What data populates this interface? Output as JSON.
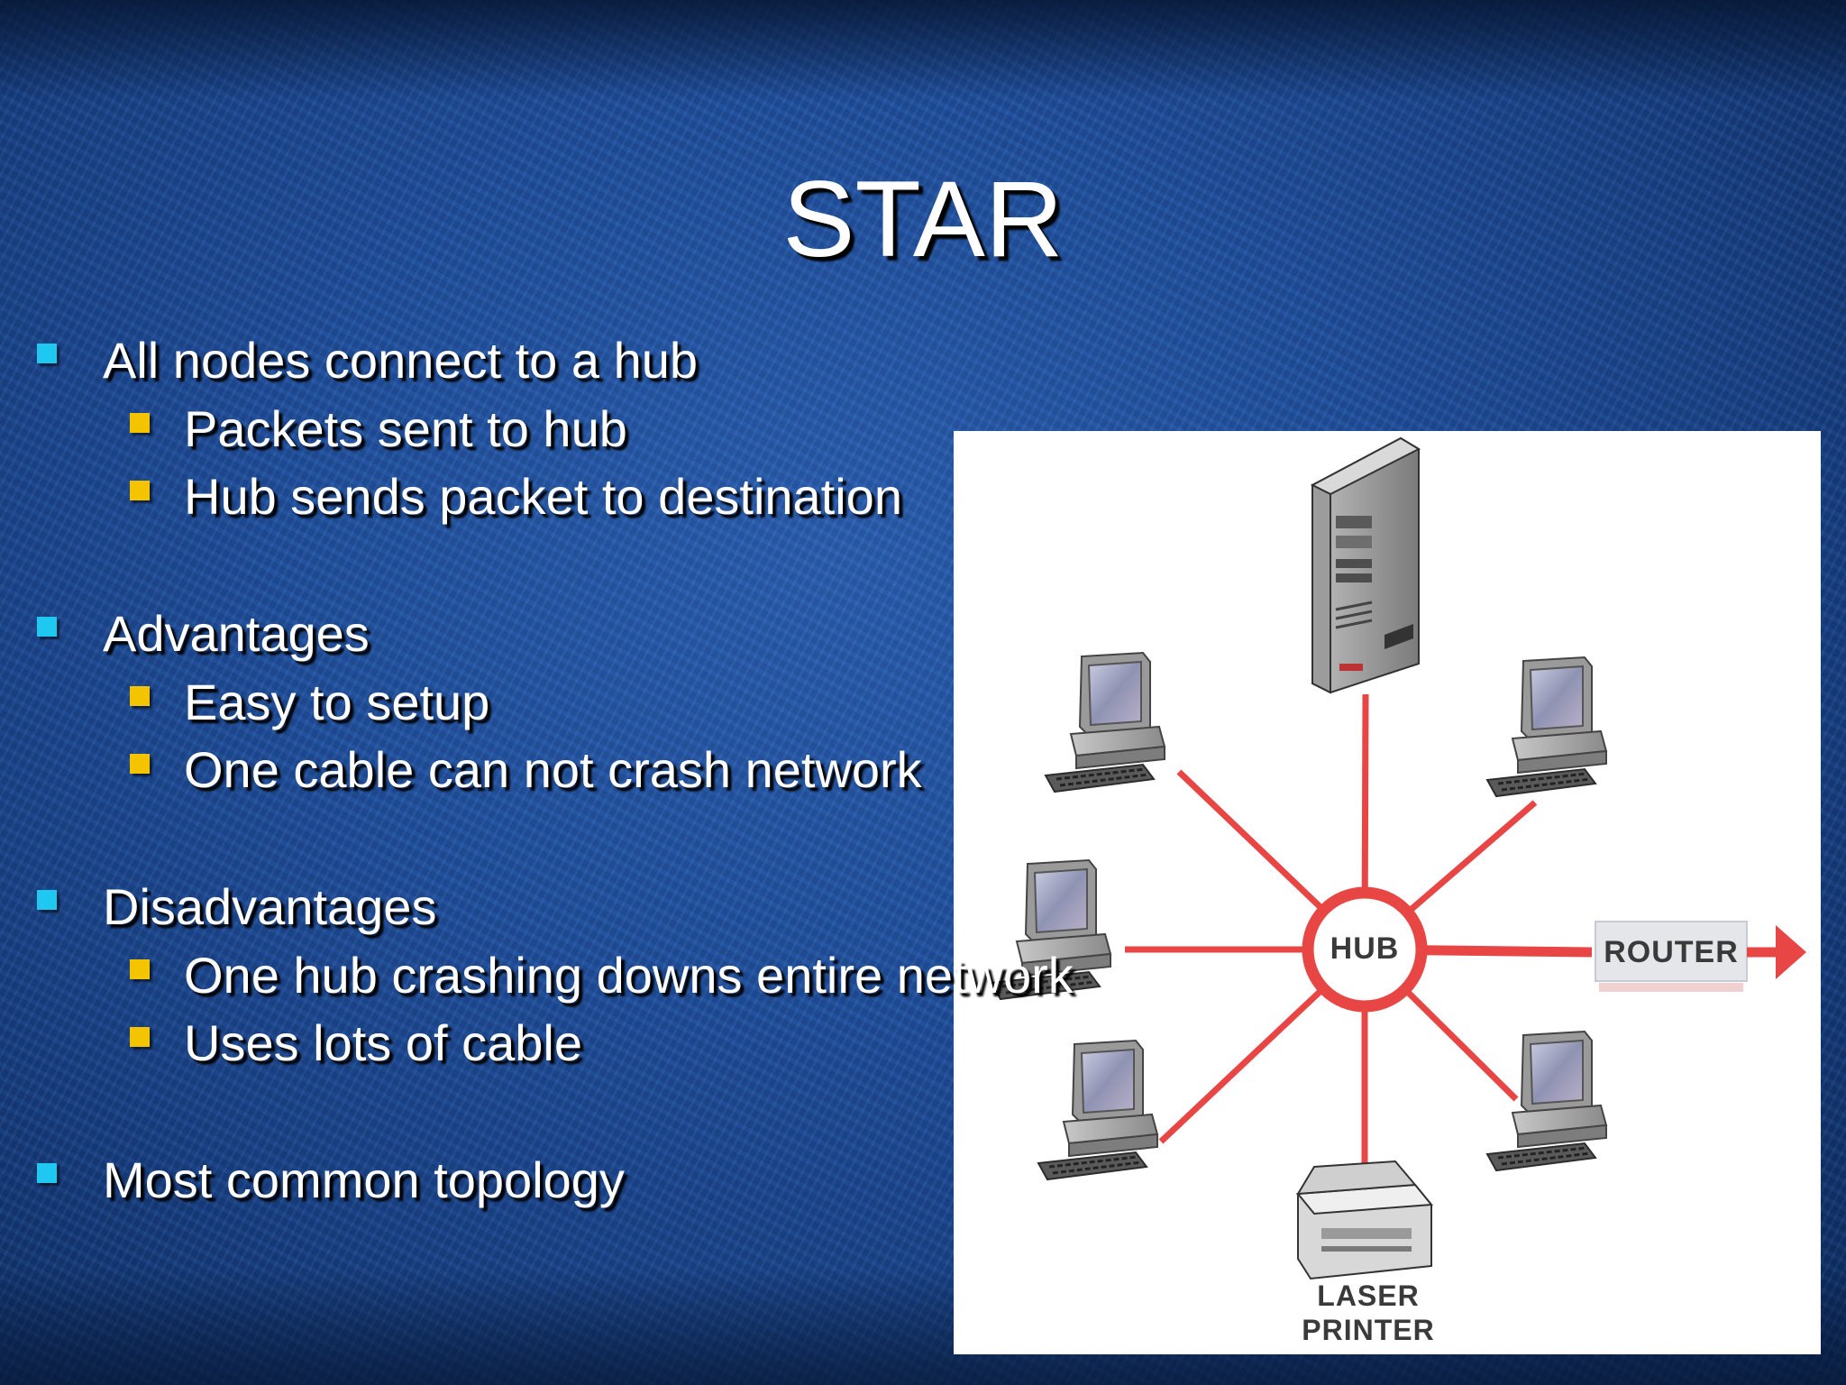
{
  "slide": {
    "title": "STAR",
    "items": [
      {
        "level": 1,
        "text": "All nodes connect to a hub"
      },
      {
        "level": 2,
        "text": "Packets sent to hub"
      },
      {
        "level": 2,
        "text": "Hub sends packet to destination"
      },
      {
        "level": 1,
        "text": "Advantages"
      },
      {
        "level": 2,
        "text": "Easy to setup"
      },
      {
        "level": 2,
        "text": "One cable can not crash network"
      },
      {
        "level": 1,
        "text": "Disadvantages"
      },
      {
        "level": 2,
        "text": "One hub crashing downs entire network"
      },
      {
        "level": 2,
        "text": "Uses lots of cable"
      },
      {
        "level": 1,
        "text": "Most common topology"
      }
    ]
  },
  "diagram": {
    "hub_label": "HUB",
    "router_label": "ROUTER",
    "printer_label_line1": "LASER",
    "printer_label_line2": "PRINTER",
    "link_color": "#e84545",
    "icons": [
      "server-icon",
      "workstation-icon",
      "laser-printer-icon",
      "router-arrow-icon"
    ]
  },
  "colors": {
    "background": "#1f4f9c",
    "bullet_level1": "#1ec8f0",
    "bullet_level2": "#f5c400",
    "text": "#ffffff"
  }
}
